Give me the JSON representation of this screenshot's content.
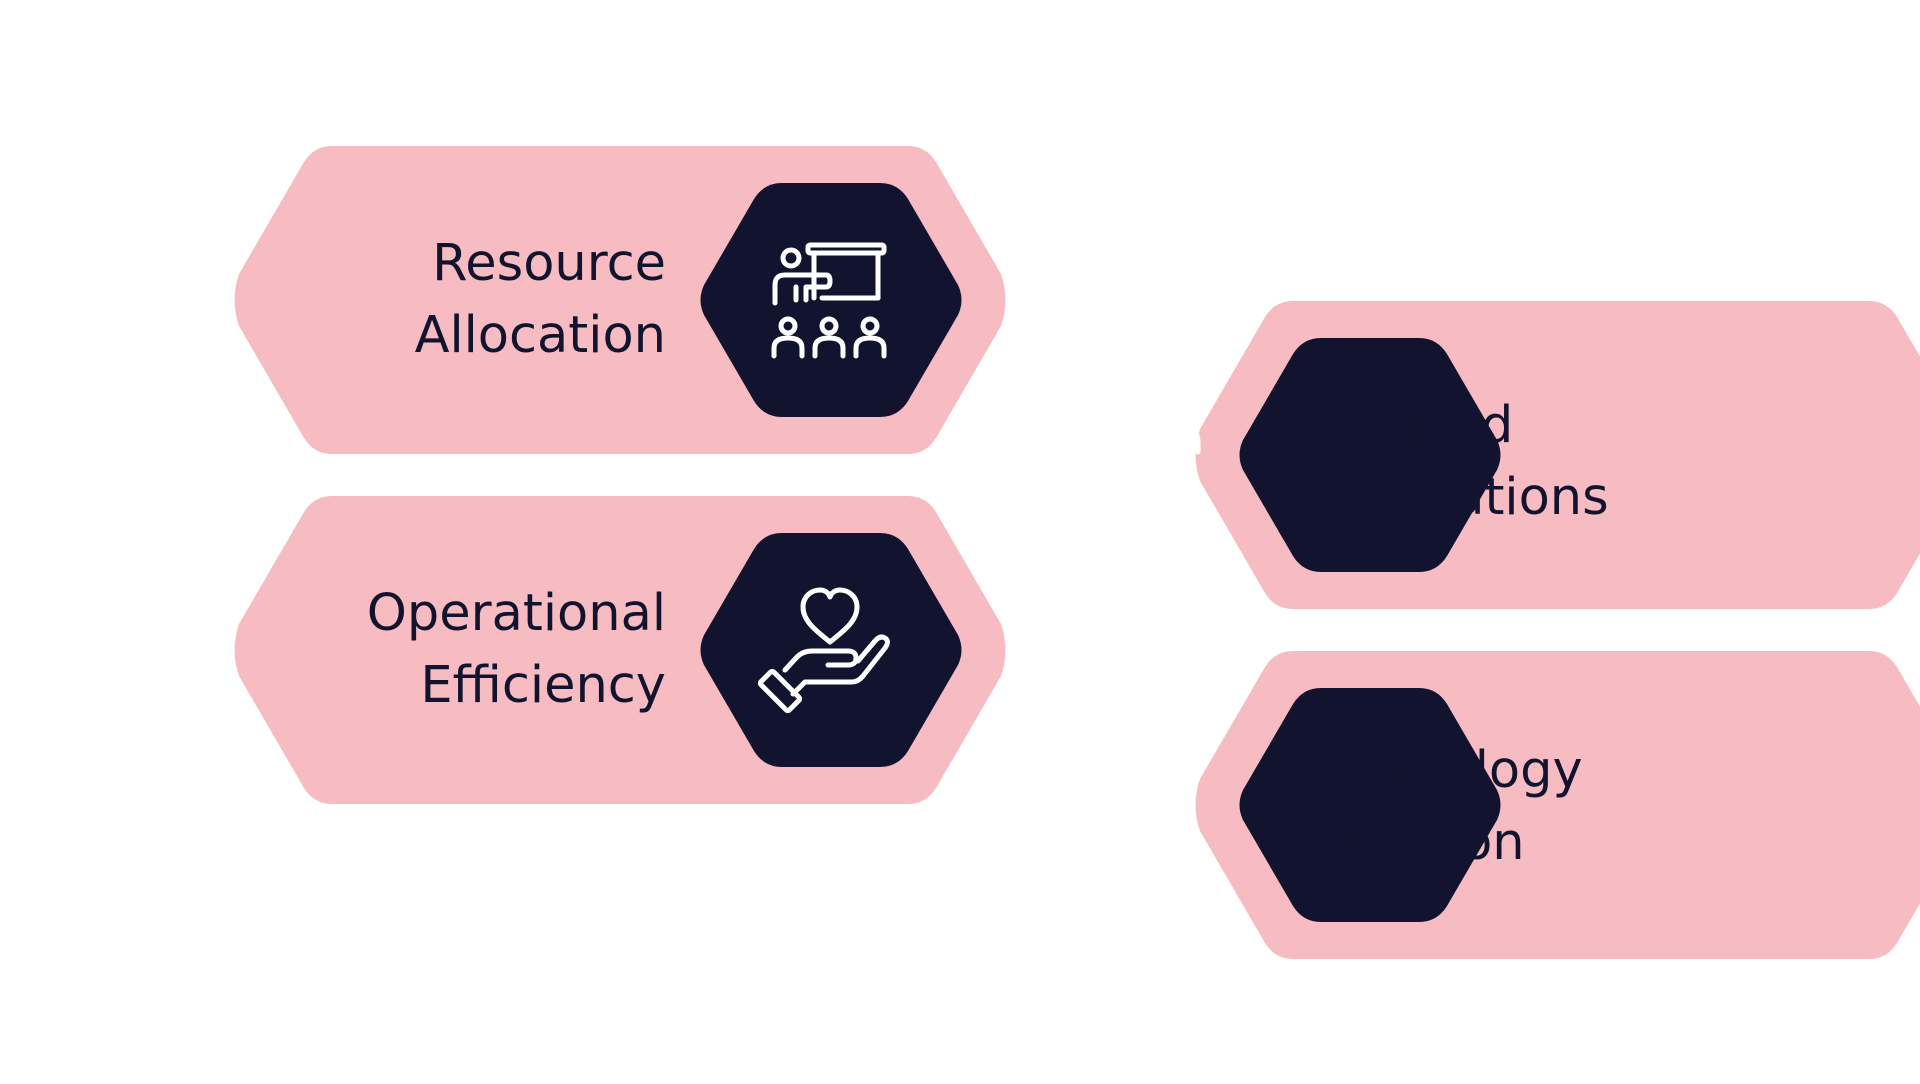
{
  "colors": {
    "background": "#ffffff",
    "card": "#f7bcc1",
    "icon_hexagon": "#12142f",
    "icon_stroke": "#ffffff",
    "text": "#12142f"
  },
  "items": [
    {
      "id": "resource-allocation",
      "lines": [
        "Resource",
        "Allocation"
      ],
      "icon": "presentation-audience-icon"
    },
    {
      "id": "demand-fluctuations",
      "lines": [
        "Demand",
        "Fluctuations"
      ],
      "icon": "people-exchange-icon"
    },
    {
      "id": "operational-efficiency",
      "lines": [
        "Operational",
        "Efficiency"
      ],
      "icon": "hand-heart-icon"
    },
    {
      "id": "technology-adoption",
      "lines": [
        "Technology",
        "Adoption"
      ],
      "icon": "mountain-flag-icon"
    }
  ]
}
